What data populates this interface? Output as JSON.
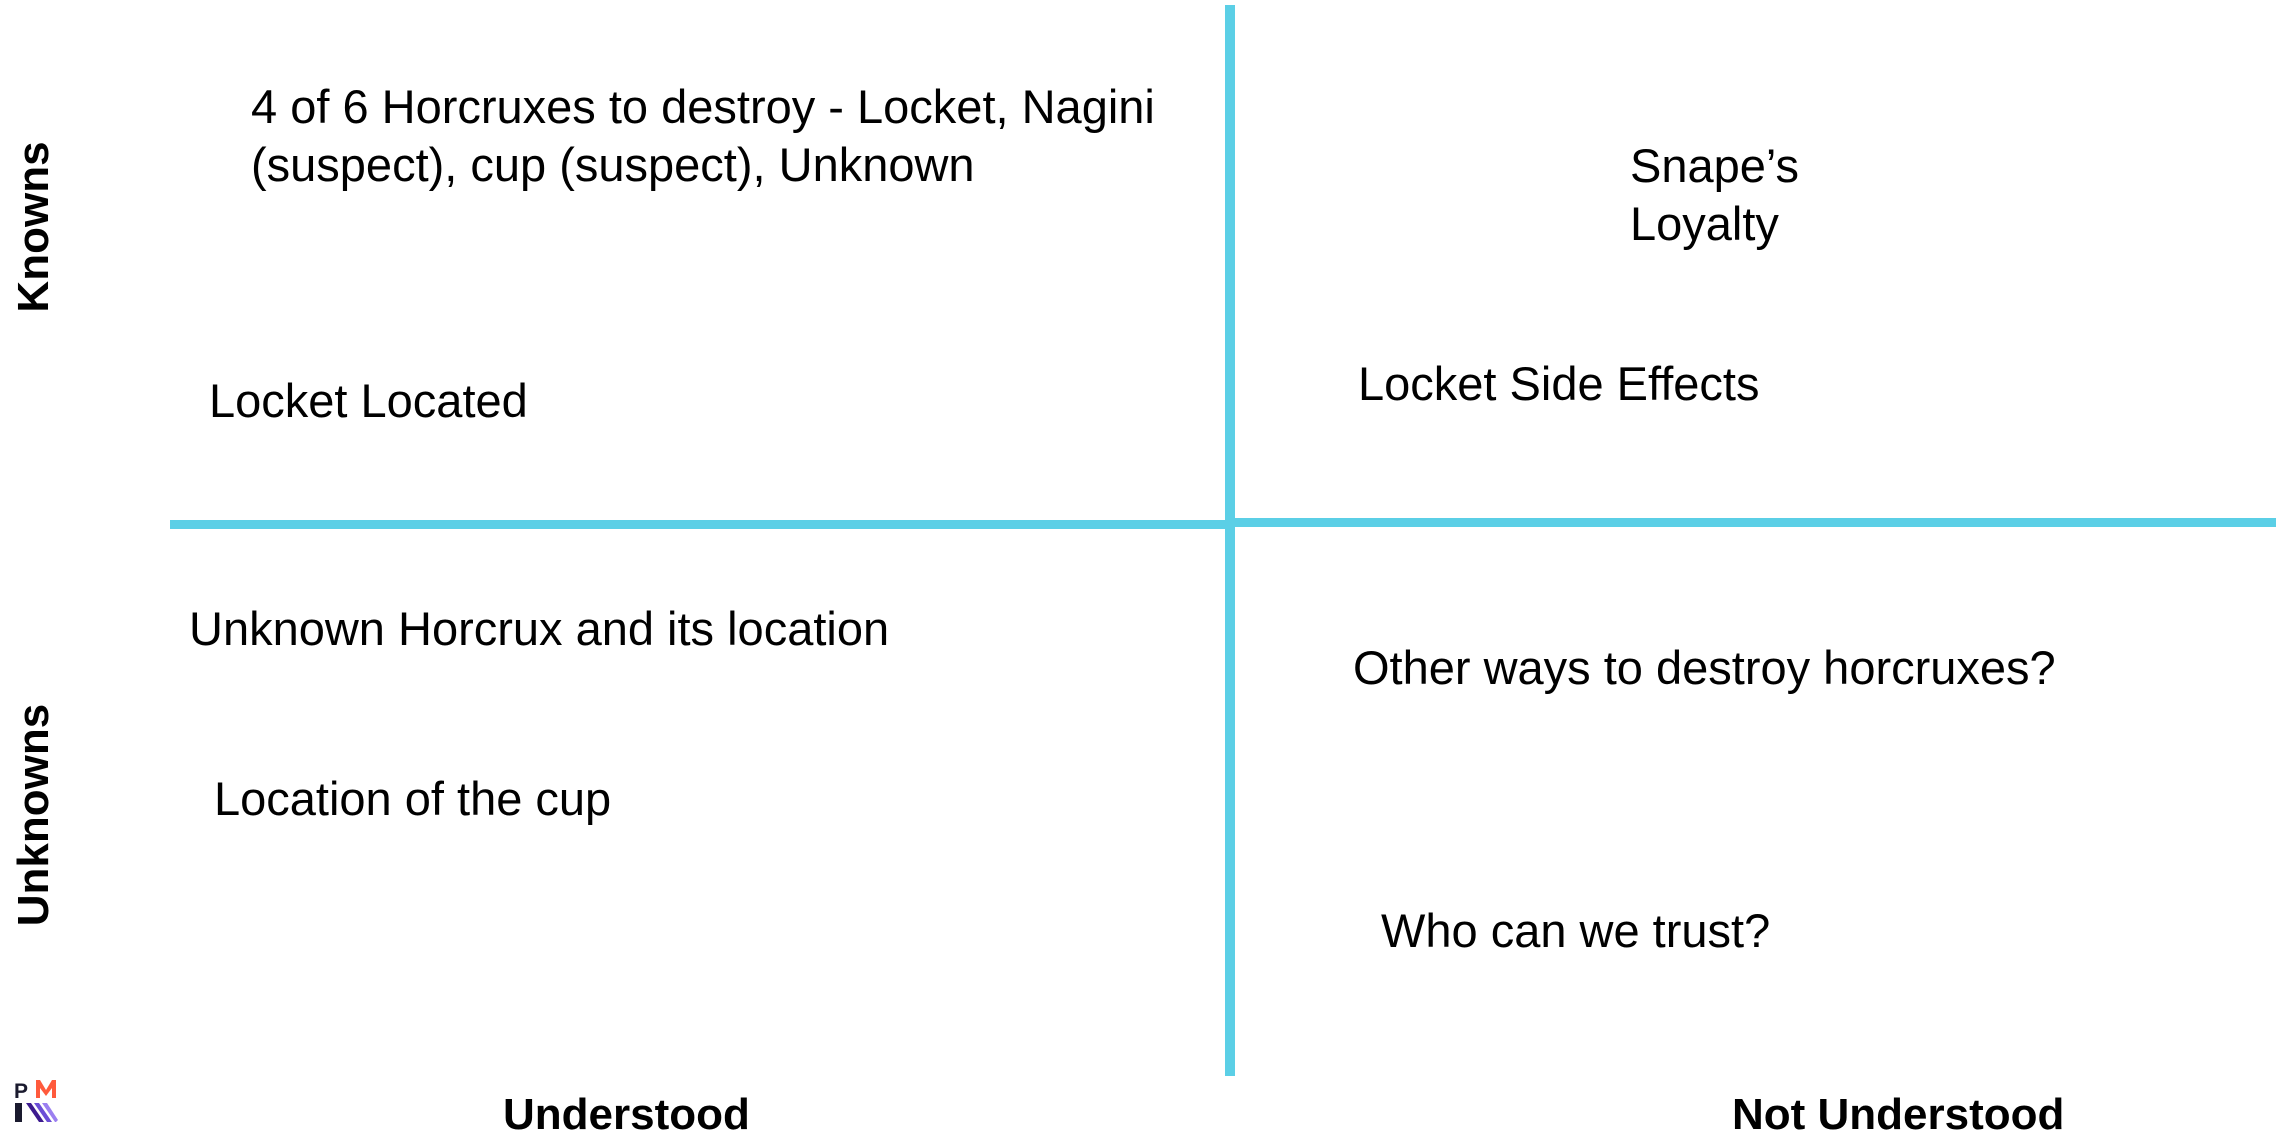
{
  "axes": {
    "rows": [
      "Knowns",
      "Unknowns"
    ],
    "columns": [
      "Understood",
      "Not Understood"
    ]
  },
  "quadrants": {
    "known_understood": {
      "items": [
        "4 of 6 Horcruxes to destroy - Locket, Nagini (suspect), cup (suspect), Unknown",
        "Locket Located"
      ]
    },
    "known_not_understood": {
      "items": [
        "Snape’s Loyalty",
        "Locket Side Effects"
      ]
    },
    "unknown_understood": {
      "items": [
        "Unknown Horcrux and its location",
        "Location of the cup"
      ]
    },
    "unknown_not_understood": {
      "items": [
        "Other ways to destroy horcruxes?",
        "Who can we trust?"
      ]
    }
  },
  "colors": {
    "divider": "#5bcfe6",
    "text": "#000000",
    "background": "#ffffff"
  },
  "logo": {
    "icon": "pmi-logo-icon",
    "text": "PMI"
  }
}
